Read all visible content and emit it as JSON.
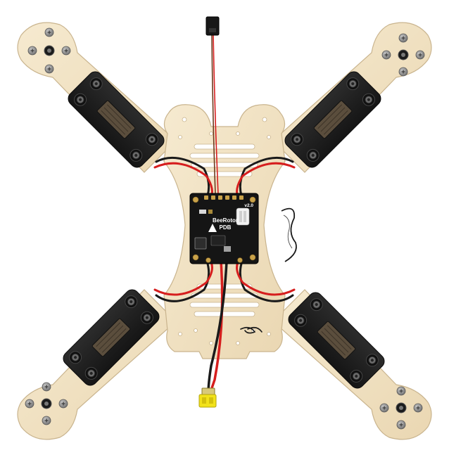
{
  "pdb": {
    "brand_line1": "BeeRotor",
    "brand_line2": "PDB",
    "version": "v2.0"
  },
  "colors": {
    "wood": "#f1e2c2",
    "wood_edge": "#c9b48e",
    "mount": "#222222",
    "pcb": "#151515",
    "wire_red": "#d61e1e",
    "wire_black": "#1a1a1a",
    "connector_yellow": "#f2e21a",
    "screw": "#8e8e8e"
  },
  "icons": {
    "motor": "screw-cluster-icon",
    "connector": "xt30-connector-icon"
  }
}
